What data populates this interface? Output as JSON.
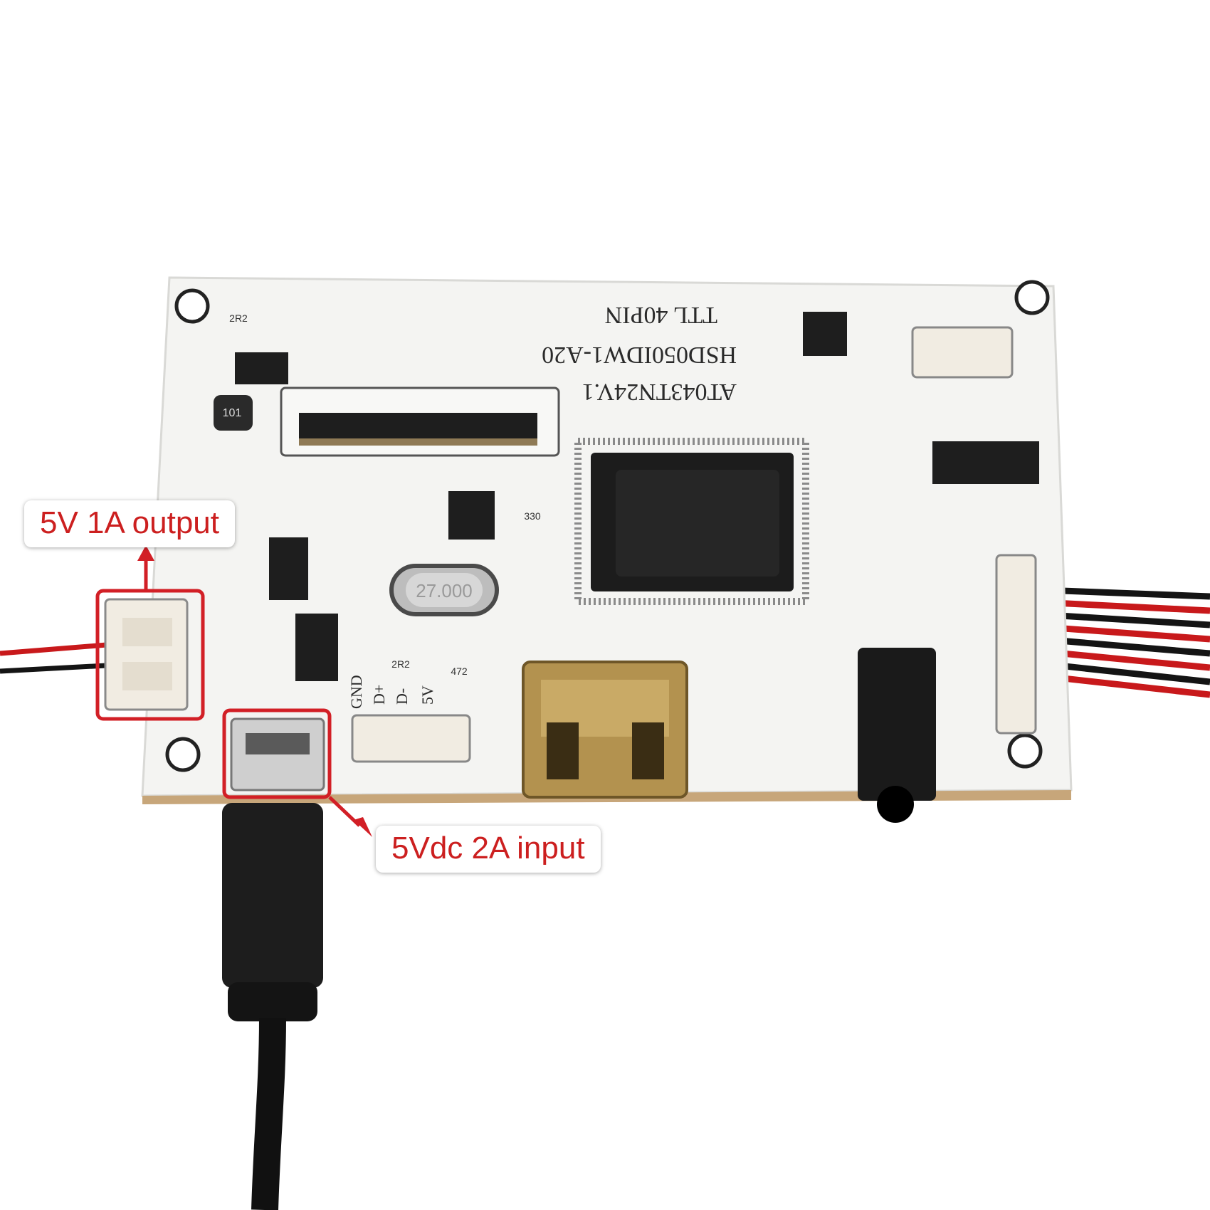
{
  "callouts": {
    "output_label": "5V 1A output",
    "input_label": "5Vdc 2A input"
  },
  "board": {
    "silkscreen_lines": [
      "TTL 40PIN",
      "HSD050IDW1-A20",
      "AT043TN24V.1"
    ],
    "crystal_marking": "27.000",
    "pin_labels": [
      "GND",
      "D+",
      "D-",
      "5V"
    ],
    "component_markings": [
      "2R2",
      "101",
      "330",
      "472",
      "2R2"
    ]
  },
  "colors": {
    "highlight": "#d21f26",
    "pcb": "#f4f4f2",
    "wire_red": "#c8191b",
    "wire_black": "#141414",
    "connector": "#f1ece2"
  }
}
